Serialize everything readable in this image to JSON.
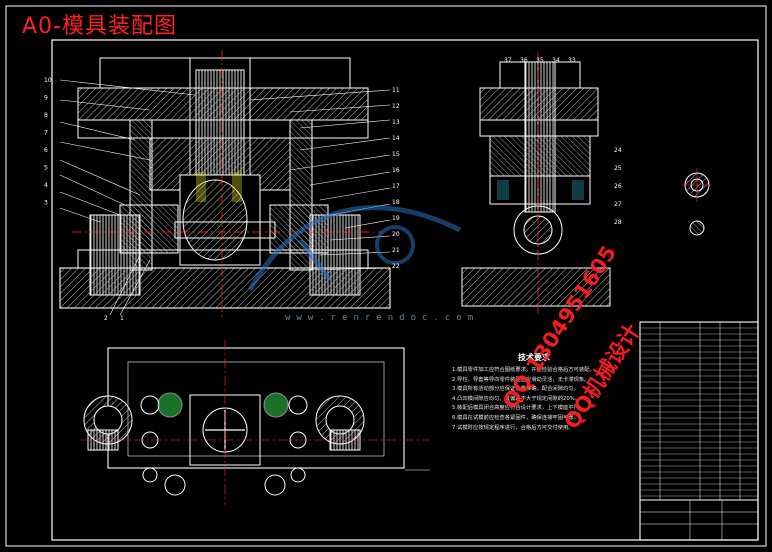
{
  "title": "A0-模具装配图",
  "tech_requirements": {
    "heading": "技术要求",
    "lines": [
      "1.模具零件加工应符合图纸要求，并经检验合格后方可装配。",
      "2.导柱、导套等导向零件装配后应滑动灵活，无卡滞现象。",
      "3.模具所有活动部分应保证位置准确，配合间隙均匀。",
      "4.凸凹模间隙应均匀，其偏差不大于规定间隙的20%。",
      "5.装配后模具闭合高度应符合设计要求，上下模座平行。",
      "6.模具在试模前应检查各紧固件，确保连接牢固可靠。",
      "7.试模时应按规定程序进行，合格后方可交付使用。"
    ]
  },
  "watermark": {
    "url": "www.renrendoc.com",
    "phone": "QQ 1304951605",
    "phone2": "QQ机械设计"
  },
  "callouts_left": [
    "10",
    "9",
    "8",
    "7",
    "6",
    "5",
    "4",
    "3",
    "2",
    "1"
  ],
  "callouts_right": [
    "11",
    "12",
    "13",
    "14",
    "15",
    "16",
    "17",
    "18",
    "19",
    "20",
    "21",
    "22"
  ],
  "callouts_top": [
    "37",
    "36",
    "35",
    "34",
    "33"
  ],
  "callouts_side": [
    "24",
    "25",
    "26",
    "27",
    "28"
  ],
  "colors": {
    "line": "#ffffff",
    "hatch": "#d8d8d8",
    "center": "#ff3030",
    "green": "#2fd04a",
    "cyan": "#36c6e6",
    "yellow": "#e8e020",
    "accent": "#ff2020"
  }
}
